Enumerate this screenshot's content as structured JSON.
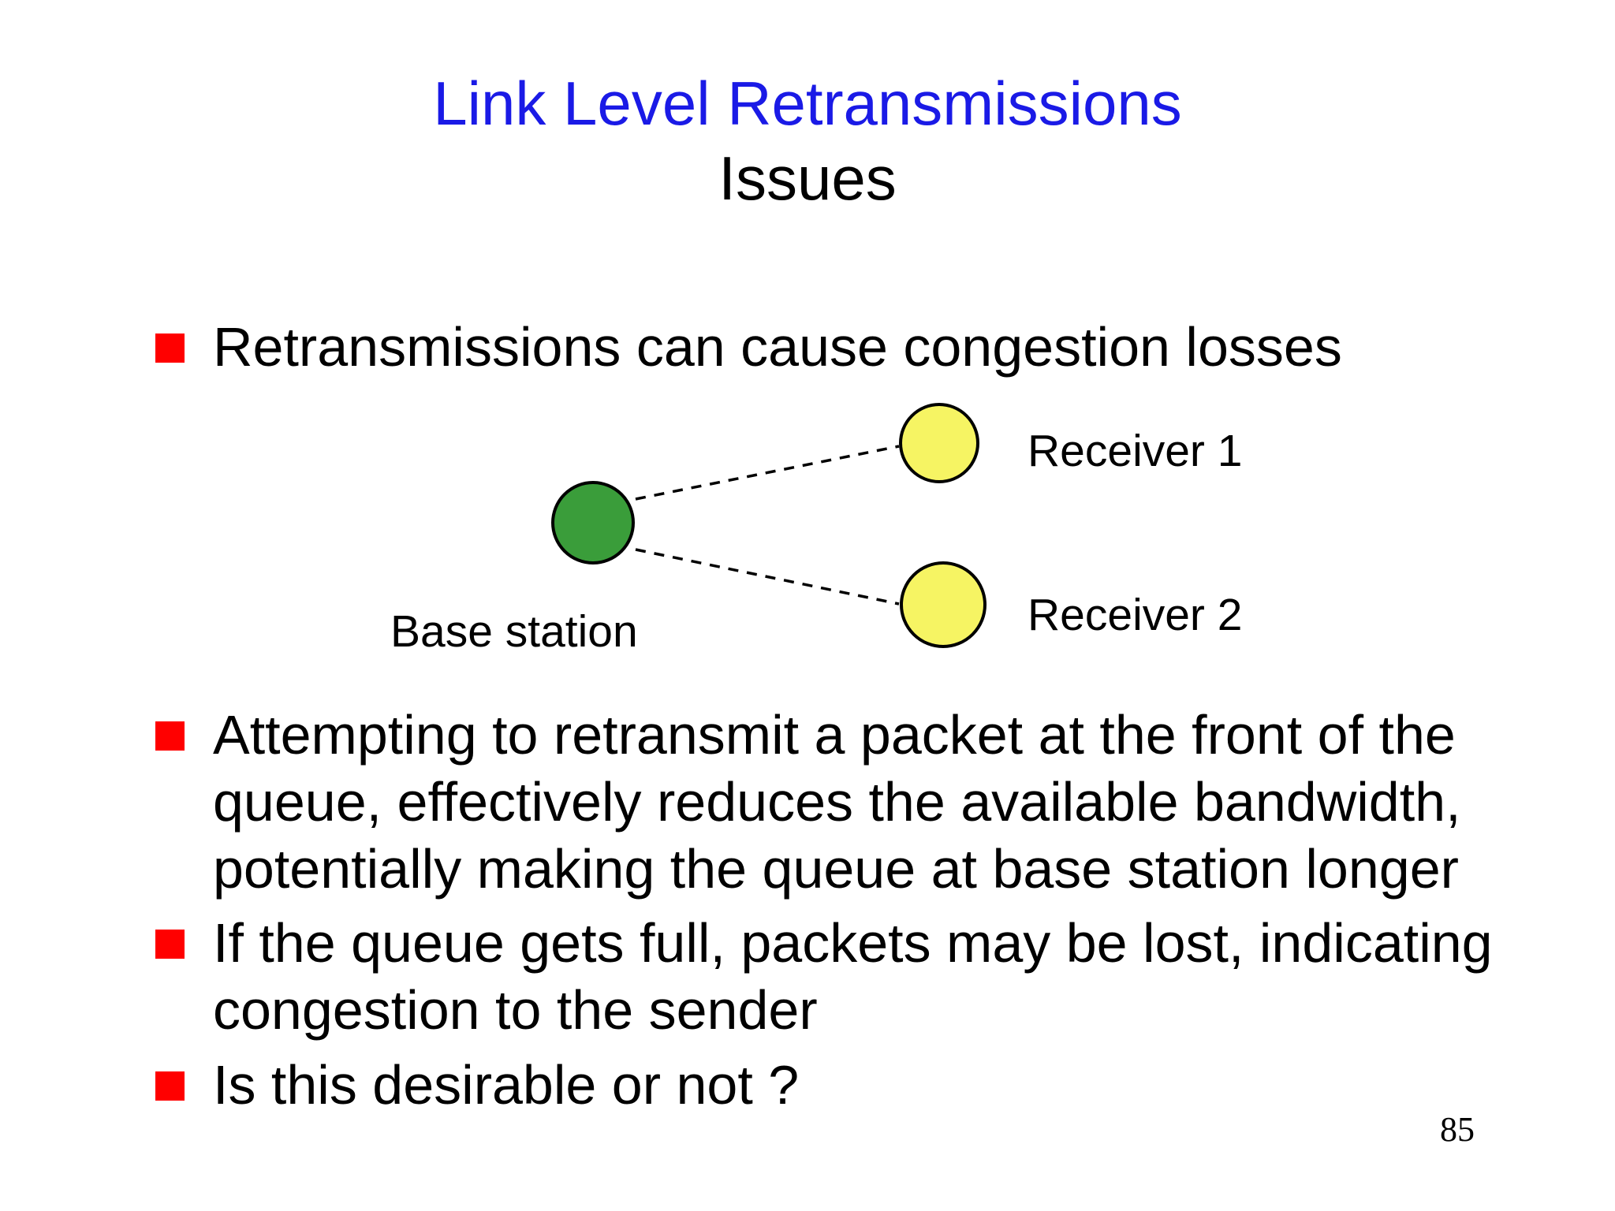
{
  "slide": {
    "title": {
      "line1": "Link Level Retransmissions",
      "line2": "Issues"
    },
    "bullets": [
      {
        "text": "Retransmissions can cause congestion losses"
      },
      {
        "text": "Attempting to retransmit a packet at the front of the\nqueue, effectively reduces the available bandwidth,\npotentially making the queue at base station longer"
      },
      {
        "text": "If the queue gets full, packets may be lost, indicating\ncongestion to the sender"
      },
      {
        "text": "Is this desirable or not ?"
      }
    ],
    "diagram": {
      "base_station_label": "Base station",
      "receiver1_label": "Receiver 1",
      "receiver2_label": "Receiver 2"
    },
    "page_number": "85",
    "colors": {
      "title_blue": "#1a1ae6",
      "bullet_red": "#ff0000",
      "base_station_green": "#3a9d3a",
      "receiver_yellow": "#f6f463",
      "text_black": "#000000"
    }
  }
}
